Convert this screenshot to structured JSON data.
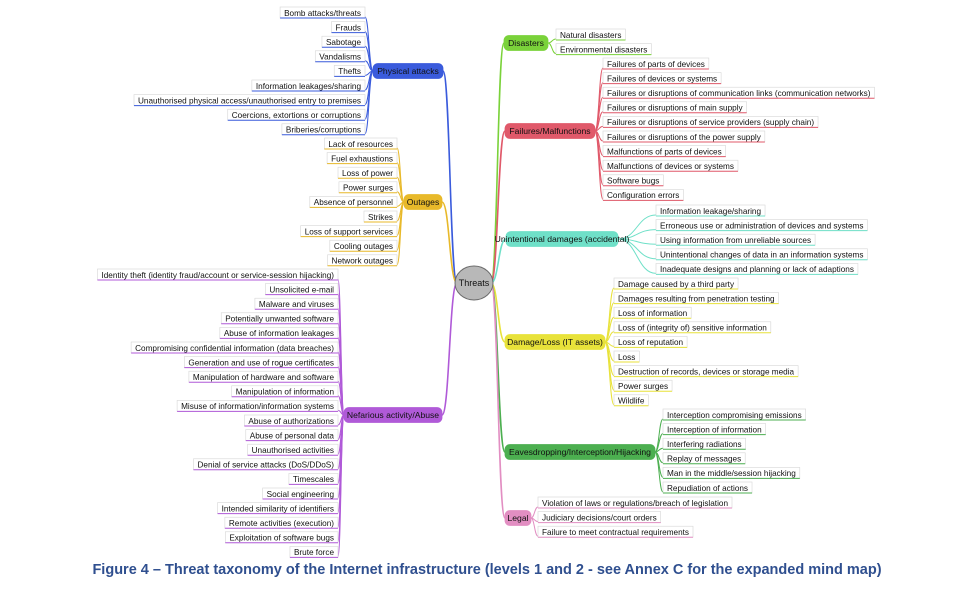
{
  "root": "Threats",
  "categories": [
    {
      "label": "Physical attacks",
      "color": "#3a5bdc",
      "children": [
        "Bomb attacks/threats",
        "Frauds",
        "Sabotage",
        "Vandalisms",
        "Thefts",
        "Information leakages/sharing",
        "Unauthorised physical access/unauthorised entry to premises",
        "Coercions, extortions or corruptions",
        "Briberies/corruptions"
      ]
    },
    {
      "label": "Outages",
      "color": "#e8b92a",
      "children": [
        "Lack of resources",
        "Fuel exhaustions",
        "Loss of power",
        "Power surges",
        "Absence of personnel",
        "Strikes",
        "Loss of support services",
        "Cooling outages",
        "Network outages"
      ]
    },
    {
      "label": "Nefarious activity/Abuse",
      "color": "#b05ad8",
      "children": [
        "Identity theft (identity fraud/account or service-session hijacking)",
        "Unsolicited e-mail",
        "Malware and viruses",
        "Potentially unwanted software",
        "Abuse of information leakages",
        "Compromising confidential information (data breaches)",
        "Generation and use of rogue certificates",
        "Manipulation of hardware and software",
        "Manipulation of information",
        "Misuse of information/information systems",
        "Abuse of authorizations",
        "Abuse of personal data",
        "Unauthorised activities",
        "Denial of service attacks (DoS/DDoS)",
        "Timescales",
        "Social engineering",
        "Intended similarity of identifiers",
        "Remote activities (execution)",
        "Exploitation of software bugs",
        "Brute force"
      ]
    },
    {
      "label": "Disasters",
      "color": "#7ad23a",
      "children": [
        "Natural disasters",
        "Environmental disasters"
      ]
    },
    {
      "label": "Failures/Malfunctions",
      "color": "#e0596a",
      "children": [
        "Failures of parts of devices",
        "Failures of devices or systems",
        "Failures or disruptions of communication links (communication networks)",
        "Failures or disruptions of main supply",
        "Failures or disruptions of service providers (supply chain)",
        "Failures or disruptions of the power supply",
        "Malfunctions of parts of devices",
        "Malfunctions of devices or systems",
        "Software bugs",
        "Configuration errors"
      ]
    },
    {
      "label": "Unintentional damages (accidental)",
      "color": "#6fe0c8",
      "children": [
        "Information leakage/sharing",
        "Erroneous use or administration of devices and systems",
        "Using information from unreliable sources",
        "Unintentional changes of data in an information systems",
        "Inadequate designs and planning or lack of adaptions"
      ]
    },
    {
      "label": "Damage/Loss (IT assets)",
      "color": "#e8e23a",
      "children": [
        "Damage caused by a third party",
        "Damages resulting from penetration testing",
        "Loss of information",
        "Loss of (integrity of) sensitive information",
        "Loss of reputation",
        "Loss",
        "Destruction of records, devices or storage media",
        "Power surges",
        "Wildlife"
      ]
    },
    {
      "label": "Eavesdropping/Interception/Hijacking",
      "color": "#4caf50",
      "children": [
        "Interception compromising emissions",
        "Interception of information",
        "Interfering radiations",
        "Replay of messages",
        "Man in the middle/session hijacking",
        "Repudiation of actions"
      ]
    },
    {
      "label": "Legal",
      "color": "#e28ec2",
      "children": [
        "Violation of laws or regulations/breach of legislation",
        "Judiciary decisions/court orders",
        "Failure to meet contractual requirements"
      ]
    }
  ],
  "caption": "Figure 4 – Threat taxonomy of the Internet infrastructure (levels 1 and 2 - see Annex C for the expanded mind map)"
}
